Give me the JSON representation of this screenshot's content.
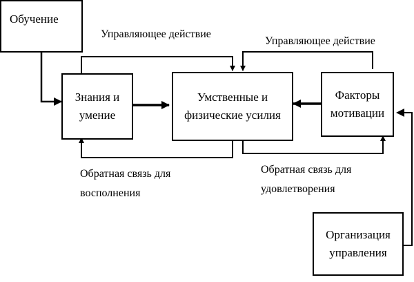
{
  "diagram": {
    "nodes": [
      {
        "id": "training",
        "label": "Обучение"
      },
      {
        "id": "knowledge",
        "label_line1": "Знания и",
        "label_line2": "умение"
      },
      {
        "id": "effort",
        "label_line1": "Умственные и",
        "label_line2": "физические усилия"
      },
      {
        "id": "motivation",
        "label_line1": "Факторы",
        "label_line2": "мотивации"
      },
      {
        "id": "management",
        "label_line1": "Организация",
        "label_line2": "управления"
      }
    ],
    "labels": {
      "control_left": "Управляющее действие",
      "control_right": "Управляющее действие",
      "feedback_left_line1": "Обратная связь для",
      "feedback_left_line2": "восполнения",
      "feedback_right_line1": "Обратная связь для",
      "feedback_right_line2": "удовлетворения"
    },
    "edges": [
      {
        "from": "training",
        "to": "knowledge"
      },
      {
        "from": "knowledge",
        "to": "effort"
      },
      {
        "from": "motivation",
        "to": "effort"
      },
      {
        "from": "knowledge",
        "to": "effort",
        "label": "Управляющее действие"
      },
      {
        "from": "motivation",
        "to": "effort",
        "label": "Управляющее действие"
      },
      {
        "from": "effort",
        "to": "knowledge",
        "label": "Обратная связь для восполнения"
      },
      {
        "from": "effort",
        "to": "motivation",
        "label": "Обратная связь для удовлетворения"
      },
      {
        "from": "management",
        "to": "motivation"
      }
    ]
  }
}
